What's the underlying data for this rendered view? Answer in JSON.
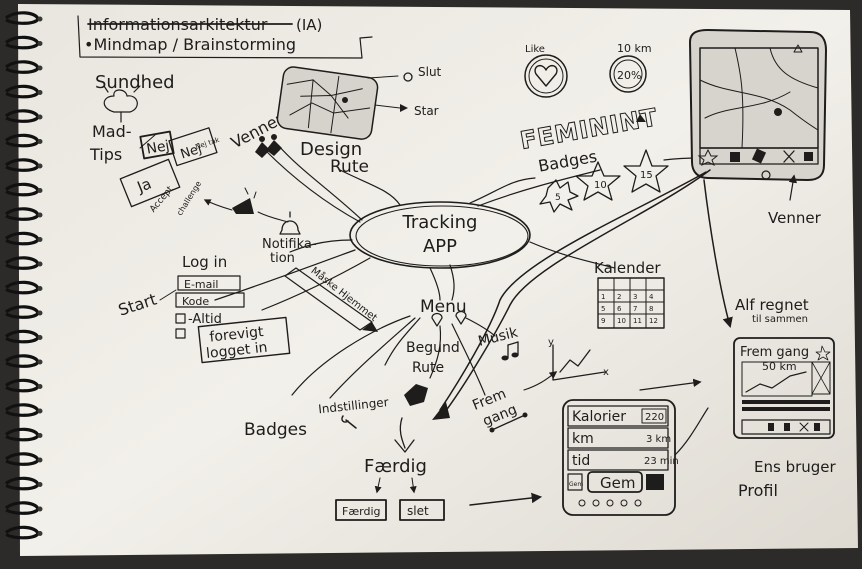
{
  "header": {
    "line1": "Informationsarkitektur",
    "line1_tag": "(IA)",
    "line2": "•Mindmap / Brainstorming"
  },
  "center": {
    "line1": "Tracking",
    "line2": "APP"
  },
  "health": {
    "title": "Sundhed",
    "mad": "Mad-",
    "tips": "Tips",
    "nej": "Nej",
    "ja": "Ja",
    "nej_tak": "Nej",
    "nej_tak_small": "Nej tak",
    "accept": "Accept",
    "challenge": "challenge"
  },
  "friends": {
    "label": "Venner"
  },
  "design": {
    "line1": "Design",
    "line2": "Rute",
    "slut": "Slut",
    "start": "Star"
  },
  "notif": {
    "line1": "Notifika-",
    "line2": "tion"
  },
  "login": {
    "title": "Log in",
    "start": "Start",
    "email": "E-mail",
    "kode": "Kode",
    "altid": "-Altid",
    "forevigt": "forevigt",
    "logget_in": "logget in"
  },
  "main_screen": {
    "label": "Måske Hjemmet"
  },
  "menu": {
    "label": "Menu",
    "begund": "Begund",
    "rute": "Rute",
    "musik": "Musik",
    "indstillinger": "Indstillinger",
    "badges": "Badges",
    "frem": "Frem",
    "gang": "gang",
    "faerdig": "Færdig",
    "btn_faerdig": "Færdig",
    "btn_slet": "slet"
  },
  "badges_top": {
    "label": "Badges",
    "b5": "5",
    "b10": "10",
    "b15": "15"
  },
  "feminint": {
    "like": "Like",
    "km": "10 km",
    "pct": "20%",
    "word": "FEMININT"
  },
  "phone_right": {
    "venner": "Venner"
  },
  "calendar": {
    "label": "Kalender",
    "cells": [
      "1",
      "2",
      "3",
      "4",
      "5",
      "6",
      "7",
      "8",
      "9",
      "10",
      "11",
      "12"
    ]
  },
  "stats": {
    "kalorier": "Kalorier",
    "kalorier_v": "220",
    "km": "km",
    "km_v": "3 km",
    "tid": "tid",
    "tid_v": "23 min",
    "gem": "Gem",
    "small": "Gem"
  },
  "progress": {
    "y": "y",
    "x": "x"
  },
  "profile": {
    "alf1": "Alf regnet",
    "alf2": "til sammen",
    "frem": "Frem gang",
    "km": "50 km",
    "ens": "Ens bruger",
    "profil": "Profil"
  }
}
